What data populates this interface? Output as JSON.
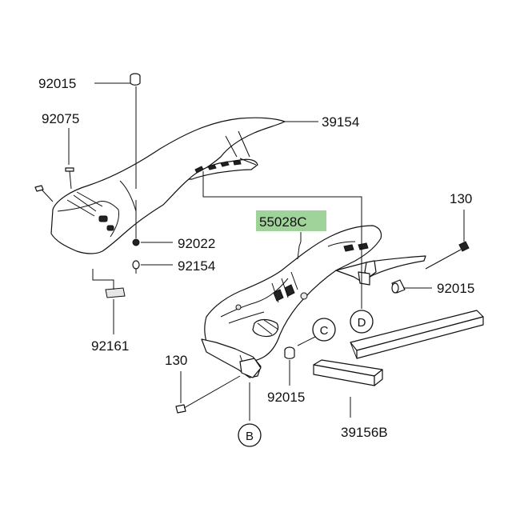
{
  "diagram": {
    "part_labels": {
      "p92015_top": "92015",
      "p92075": "92075",
      "p39154": "39154",
      "p130_right": "130",
      "p55028C": "55028C",
      "p92022": "92022",
      "p92154": "92154",
      "p92015_right": "92015",
      "p92161": "92161",
      "p130_left": "130",
      "p92015_mid": "92015",
      "p39156B": "39156B"
    },
    "callouts": {
      "B": "B",
      "C": "C",
      "D": "D"
    },
    "highlight_color": "#9fd39a"
  }
}
